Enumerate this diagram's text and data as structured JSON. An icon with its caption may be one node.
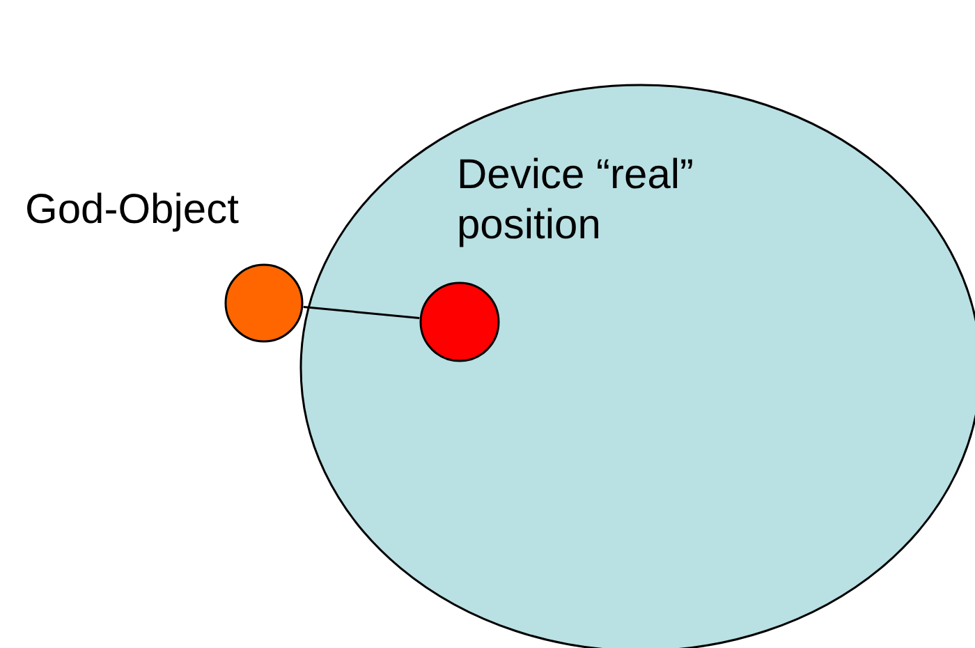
{
  "diagram": {
    "nodes": [
      {
        "text": [],
        "shape": "circle"
      },
      {
        "text": [
          "God-Object"
        ]
      },
      {
        "text": [
          "Device “real” position"
        ],
        "in": 0
      }
    ],
    "edges": [
      {
        "from": 1,
        "to": 2,
        "arrow": "none"
      }
    ]
  }
}
